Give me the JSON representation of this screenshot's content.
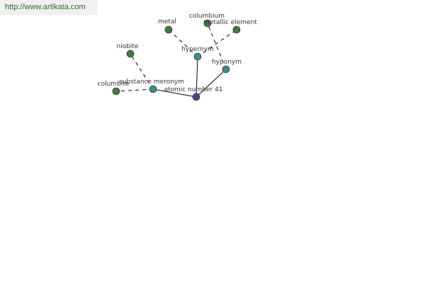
{
  "url": "http://www.artikata.com",
  "colors": {
    "center_node": "#3f4a8c",
    "relation_node": "#3f8a8a",
    "term_node": "#3f7a3f",
    "edge": "#000000"
  },
  "nodes": {
    "center": {
      "label": "atomic number 41"
    },
    "hypernym": {
      "label": "hypernym"
    },
    "hyponym": {
      "label": "hyponym"
    },
    "substance_meronym": {
      "label": "substance meronym"
    },
    "metal": {
      "label": "metal"
    },
    "columbium": {
      "label": "columbium"
    },
    "metallic_element": {
      "label": "metallic element"
    },
    "niobite": {
      "label": "niobite"
    },
    "columbite": {
      "label": "columbite"
    }
  }
}
